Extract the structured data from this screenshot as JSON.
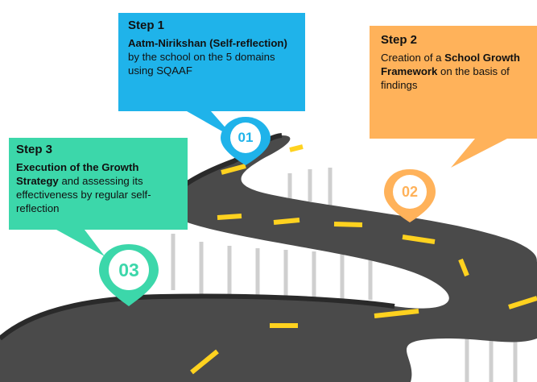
{
  "steps": [
    {
      "title": "Step 1",
      "body": [
        {
          "text": "Aatm-Nirikshan (Self-reflection)",
          "bold": true
        },
        {
          "text": " by the school on the 5 domains using SQAAF",
          "bold": false
        }
      ],
      "marker": "01",
      "color": "#1fb3ea"
    },
    {
      "title": "Step 2",
      "body": [
        {
          "text": "Creation of a ",
          "bold": false
        },
        {
          "text": "School Growth Framework",
          "bold": true
        },
        {
          "text": " on the  basis of findings",
          "bold": false
        }
      ],
      "marker": "02",
      "color": "#ffb25a"
    },
    {
      "title": "Step 3",
      "body": [
        {
          "text": "Execution of the Growth Strategy",
          "bold": true
        },
        {
          "text": " and  assessing its effectiveness by regular self-reflection",
          "bold": false
        }
      ],
      "marker": "03",
      "color": "#3cd7aa"
    }
  ],
  "colors": {
    "road": "#4a4a4a",
    "road_edge": "#2a2a2a",
    "lane_marking": "#ffd21f",
    "rail": "#e6e6e6",
    "post": "#d6d6d6"
  }
}
